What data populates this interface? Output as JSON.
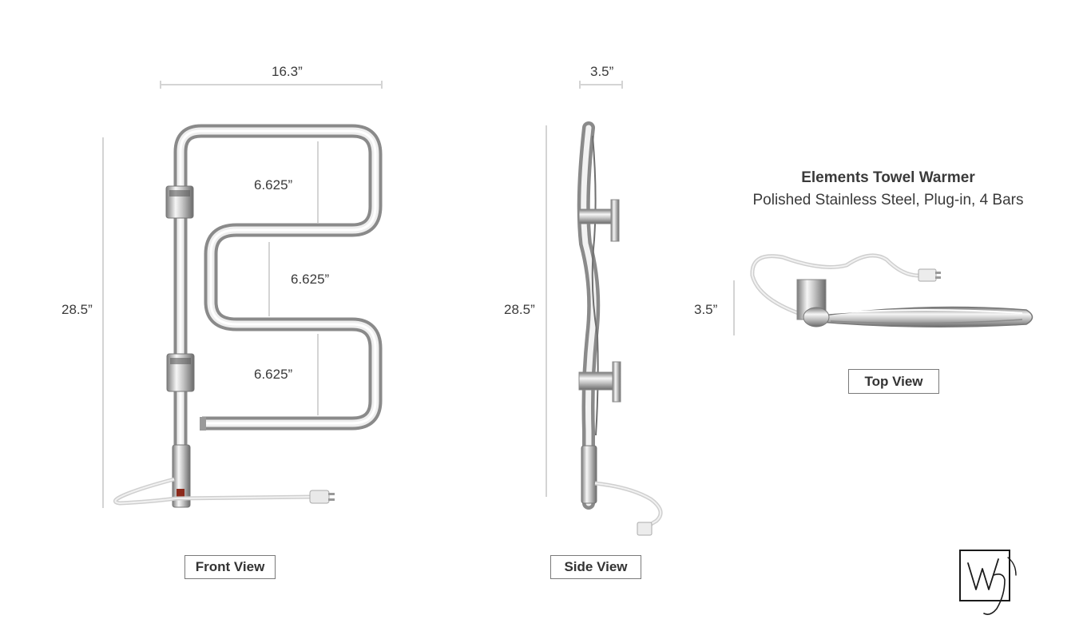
{
  "product": {
    "title": "Elements Towel Warmer",
    "subtitle": "Polished Stainless Steel, Plug-in, 4 Bars"
  },
  "front_view": {
    "label": "Front View",
    "width": "16.3”",
    "height": "28.5”",
    "spacing_1": "6.625”",
    "spacing_2": "6.625”",
    "spacing_3": "6.625”"
  },
  "side_view": {
    "label": "Side View",
    "depth": "3.5”",
    "height": "28.5”"
  },
  "top_view": {
    "label": "Top View",
    "depth": "3.5”"
  },
  "colors": {
    "chrome_light": "#f4f4f4",
    "chrome_mid": "#b9b9b9",
    "chrome_dark": "#6d6d6d",
    "dimension_line": "#d4d4d4",
    "cord": "#e8e8e8"
  }
}
